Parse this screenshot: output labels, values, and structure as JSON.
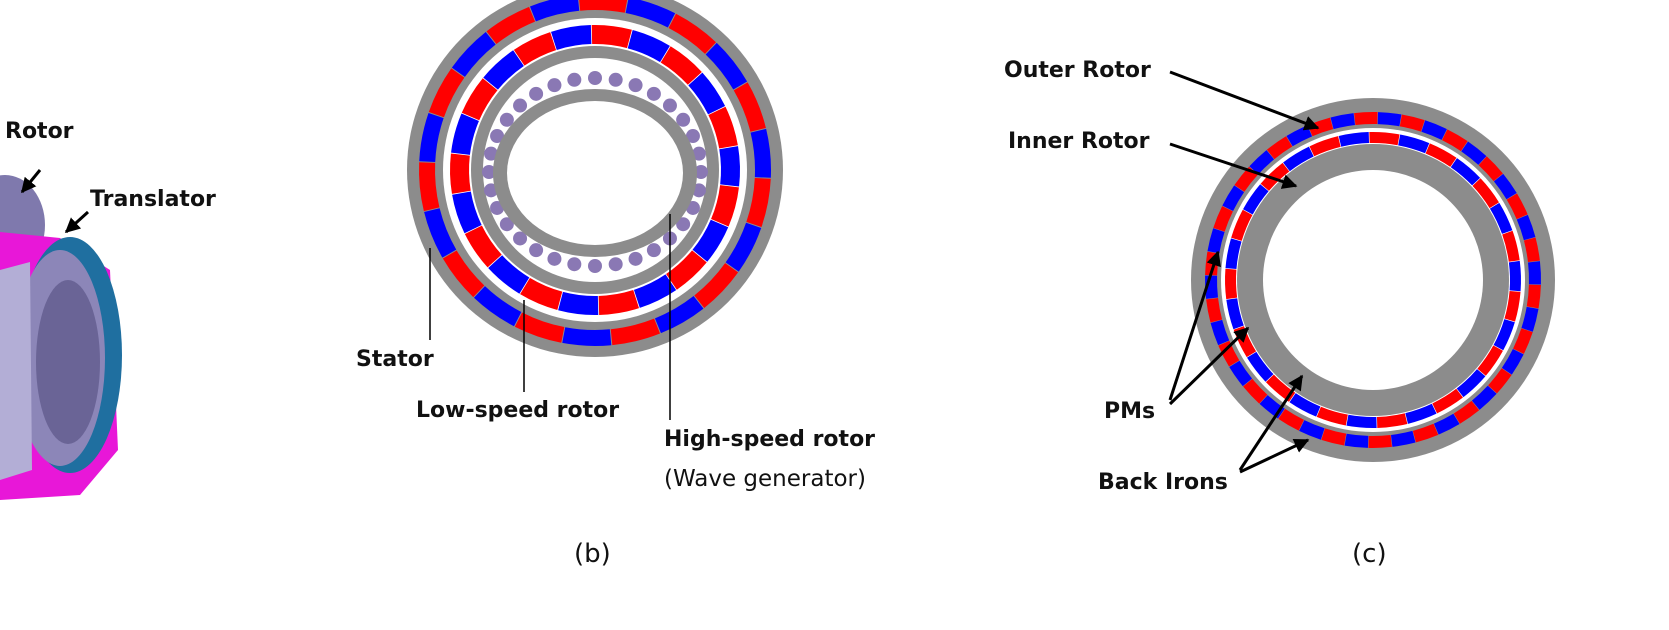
{
  "panel_a": {
    "labels": {
      "rotor": "Rotor",
      "translator": "Translator"
    }
  },
  "panel_b": {
    "labels": {
      "stator": "Stator",
      "low_speed_rotor": "Low-speed rotor",
      "high_speed_rotor": "High-speed rotor",
      "wave_generator": "(Wave generator)"
    },
    "caption": "(b)"
  },
  "panel_c": {
    "labels": {
      "outer_rotor": "Outer Rotor",
      "inner_rotor": "Inner Rotor",
      "pms": "PMs",
      "back_irons": "Back Irons"
    },
    "caption": "(c)"
  },
  "colors": {
    "gray": "#8c8c8c",
    "red": "#ff0000",
    "blue": "#0000ff",
    "purple_ball": "#8a78b4",
    "magenta": "#e817d8",
    "teal": "#1f6fa0",
    "lavender": "#8c86b8"
  }
}
